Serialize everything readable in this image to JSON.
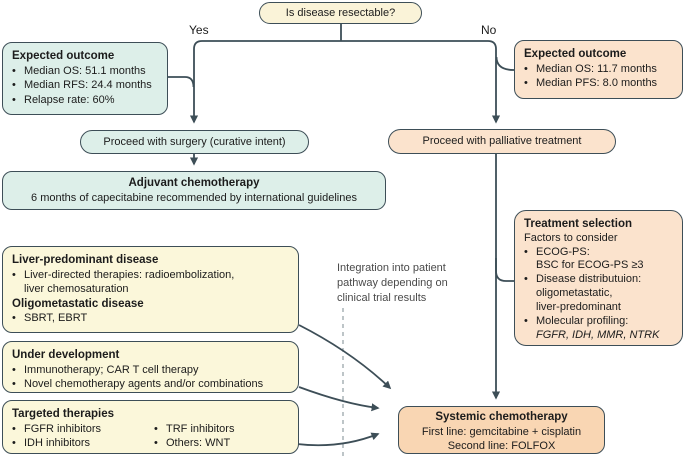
{
  "colors": {
    "border": "#3d4e57",
    "teal_fill": "#ddefe9",
    "peach_fill": "#fbe3cd",
    "peach_dark_fill": "#f9d6b3",
    "yellow_fill": "#fbf7da",
    "cream_fill": "#faf3d8",
    "note_text": "#4a4a4a"
  },
  "decision": {
    "question": "Is disease resectable?"
  },
  "branches": {
    "yes": "Yes",
    "no": "No"
  },
  "resectable": {
    "outcome": {
      "title": "Expected outcome",
      "lines": [
        {
          "text": "Median OS: 51.1 months",
          "bullet": true
        },
        {
          "text": "Median RFS: 24.4 months",
          "bullet": true
        },
        {
          "text": "Relapse rate: 60%",
          "bullet": true
        }
      ]
    },
    "proceed": "Proceed with surgery (curative intent)",
    "adjuvant": {
      "title": "Adjuvant chemotherapy",
      "body": "6 months of capecitabine recommended by international guidelines"
    }
  },
  "unresectable": {
    "outcome": {
      "title": "Expected outcome",
      "lines": [
        {
          "text": "Median OS: 11.7 months",
          "bullet": true
        },
        {
          "text": "Median PFS: 8.0 months",
          "bullet": true
        }
      ]
    },
    "proceed": "Proceed with palliative treatment",
    "treatment_selection": {
      "title": "Treatment selection",
      "lines": [
        {
          "text": "Factors to consider"
        },
        {
          "text": "ECOG-PS:",
          "bullet": true
        },
        {
          "text": "BSC for ECOG-PS ≥3",
          "indent": true
        },
        {
          "text": "Disease distributuion:",
          "bullet": true
        },
        {
          "text": "oligometastatic,",
          "indent": true
        },
        {
          "text": "liver-predominant",
          "indent": true
        },
        {
          "text": "Molecular profiling:",
          "bullet": true
        },
        {
          "text": "FGFR, IDH, MMR, NTRK",
          "indent": true,
          "italic": true
        }
      ]
    },
    "systemic": {
      "title": "Systemic chemotherapy",
      "lines": [
        {
          "text": "First line: gemcitabine + cisplatin"
        },
        {
          "text": "Second line: FOLFOX"
        }
      ]
    }
  },
  "experimental": {
    "liver": {
      "lines": [
        {
          "text": "Liver-predominant disease",
          "bold": true
        },
        {
          "text": "Liver-directed therapies: radioembolization,",
          "bullet": true
        },
        {
          "text": "liver chemosaturation",
          "indent": true
        },
        {
          "text": "Oligometastatic disease",
          "bold": true
        },
        {
          "text": "SBRT, EBRT",
          "bullet": true
        }
      ]
    },
    "development": {
      "lines": [
        {
          "text": "Under development",
          "bold": true
        },
        {
          "text": "Immunotherapy; CAR T cell therapy",
          "bullet": true
        },
        {
          "text": "Novel chemotherapy agents and/or combinations",
          "bullet": true
        }
      ]
    },
    "targeted": {
      "title": "Targeted therapies",
      "col1": [
        {
          "text": "FGFR inhibitors",
          "bullet": true
        },
        {
          "text": "IDH inhibitors",
          "bullet": true
        }
      ],
      "col2": [
        {
          "text": "TRF inhibitors",
          "bullet": true
        },
        {
          "text": "Others: WNT",
          "bullet": true
        }
      ]
    },
    "note": "Integration into patient pathway depending on clinical trial results"
  }
}
